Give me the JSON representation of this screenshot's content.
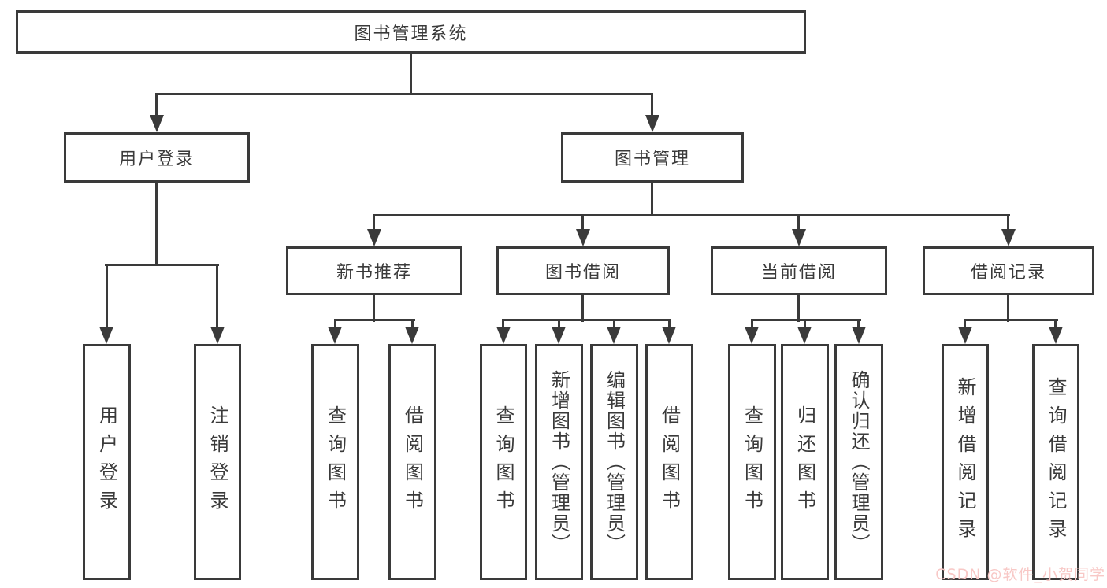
{
  "diagram": {
    "title": "图书管理系统",
    "level2": [
      {
        "label": "用户登录"
      },
      {
        "label": "图书管理"
      }
    ],
    "level3": [
      {
        "label": "新书推荐"
      },
      {
        "label": "图书借阅"
      },
      {
        "label": "当前借阅"
      },
      {
        "label": "借阅记录"
      }
    ],
    "leaves": {
      "user_login": [
        {
          "label": "用户登录"
        },
        {
          "label": "注销登录"
        }
      ],
      "new_book": [
        {
          "label": "查询图书"
        },
        {
          "label": "借阅图书"
        }
      ],
      "book_borrow": [
        {
          "label": "查询图书"
        },
        {
          "label": "新增图书（管理员）"
        },
        {
          "label": "编辑图书（管理员）"
        },
        {
          "label": "借阅图书"
        }
      ],
      "current_borrow": [
        {
          "label": "查询图书"
        },
        {
          "label": "归还图书"
        },
        {
          "label": "确认归还（管理员）"
        }
      ],
      "borrow_records": [
        {
          "label": "新增借阅记录"
        },
        {
          "label": "查询借阅记录"
        }
      ]
    }
  },
  "watermark": {
    "text": "CSDN @软件_小贺同学",
    "color": "#f8c8c6"
  },
  "colors": {
    "line": "#3a3a3a",
    "box_border": "#3a3a3a",
    "text": "#3a3a3a",
    "background": "#ffffff"
  }
}
